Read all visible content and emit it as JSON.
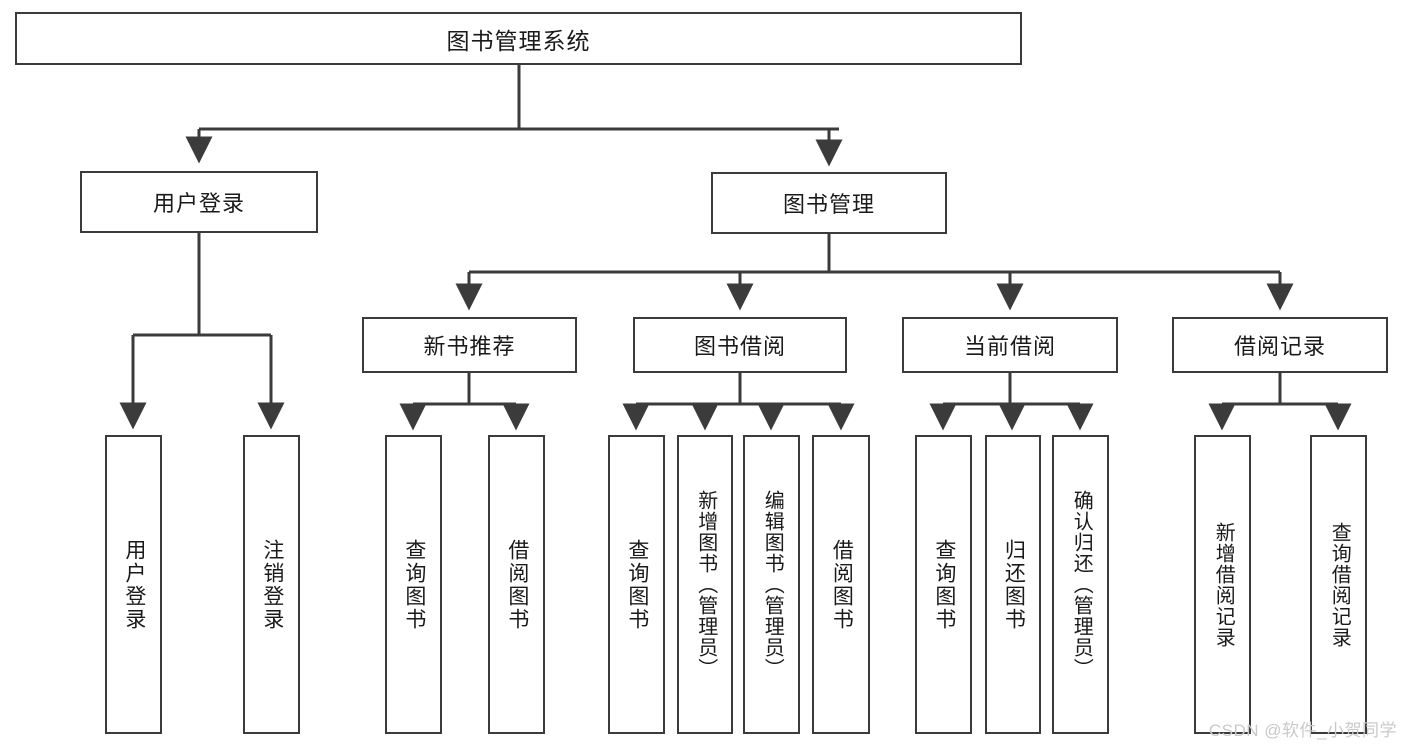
{
  "diagram": {
    "title": "图书管理系统",
    "type": "tree",
    "colors": {
      "stroke": "#3b3b3b",
      "fill": "#ffffff",
      "text": "#1a1a1a",
      "watermark": "#c9c9c9"
    },
    "root": {
      "label": "图书管理系统"
    },
    "level2": [
      {
        "label": "用户登录"
      },
      {
        "label": "图书管理"
      }
    ],
    "level3": [
      {
        "label": "新书推荐"
      },
      {
        "label": "图书借阅"
      },
      {
        "label": "当前借阅"
      },
      {
        "label": "借阅记录"
      }
    ],
    "leaves": {
      "user_login": [
        {
          "label": "用户登录"
        },
        {
          "label": "注销登录"
        }
      ],
      "new_book": [
        {
          "label": "查询图书"
        },
        {
          "label": "借阅图书"
        }
      ],
      "book_borrow": [
        {
          "label": "查询图书"
        },
        {
          "label": "新增图书（管理员）"
        },
        {
          "label": "编辑图书（管理员）"
        },
        {
          "label": "借阅图书"
        }
      ],
      "current_borrow": [
        {
          "label": "查询图书"
        },
        {
          "label": "归还图书"
        },
        {
          "label": "确认归还（管理员）"
        }
      ],
      "borrow_record": [
        {
          "label": "新增借阅记录"
        },
        {
          "label": "查询借阅记录"
        }
      ]
    },
    "watermark": "CSDN @软件_小贺同学"
  }
}
